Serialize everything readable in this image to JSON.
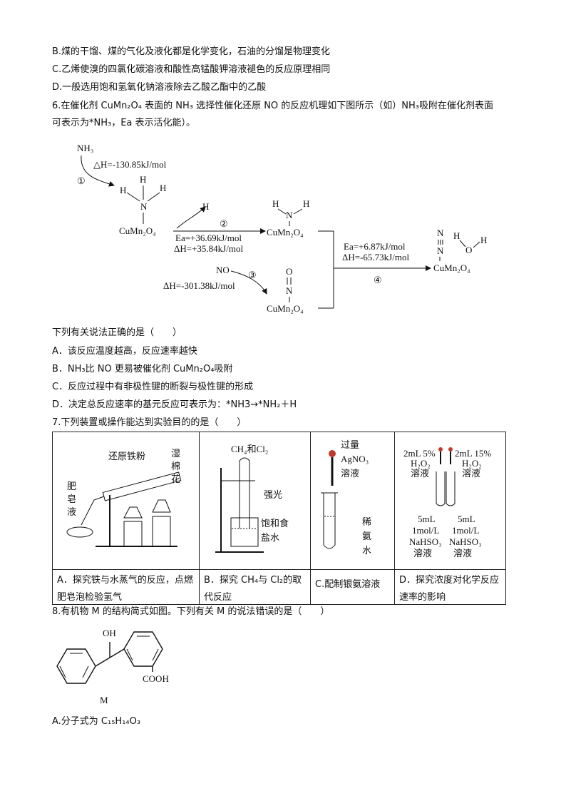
{
  "lines": {
    "b": "B.煤的干馏、煤的气化及液化都是化学变化，石油的分馏是物理变化",
    "c": "C.乙烯使溴的四氯化碳溶液和酸性高锰酸钾溶液褪色的反应原理相同",
    "d": "D.一般选用饱和氢氧化钠溶液除去乙酸乙酯中的乙酸",
    "q6a": "6.在催化剂 CuMn₂O₄ 表面的 NH₃ 选择性催化还原 NO 的反应机理如下图所示（如）NH₃吸附在催化剂表面",
    "q6b": "可表示为*NH₃，Ea 表示活化能）。",
    "stem6": "下列有关说法正确的是（　　）",
    "opt6a": "A．该反应温度越高，反应速率越快",
    "opt6b": "B．NH₃比 NO 更易被催化剂 CuMn₂O₄吸附",
    "opt6c": "C．反应过程中有非极性键的断裂与极性键的形成",
    "opt6d": "D．决定总反应速率的基元反应可表示为：*NH3→*NH₂＋H",
    "q7": "7.下列装置或操作能达到实验目的的是（　　）",
    "q8": "8.有机物 M 的结构简式如图。下列有关 M 的说法错误的是（　　）",
    "opt8a": "A.分子式为 C₁₅H₁₄O₃"
  },
  "mechanism": {
    "nh3": "NH₃",
    "dh1": "△H=-130.85kJ/mol",
    "step1": "①",
    "cat": "CuMn₂O₄",
    "H": "H",
    "N": "N",
    "O": "O",
    "NO": "NO",
    "step2": "②",
    "ea2": "Ea=+36.69kJ/mol",
    "dh2": "ΔH=+35.84kJ/mol",
    "step3": "③",
    "dh3": "ΔH=-301.38kJ/mol",
    "ea4": "Ea=+6.87kJ/mol",
    "dh4": "ΔH=-65.73kJ/mol",
    "step4": "④"
  },
  "q7": {
    "a_labels": [
      "还原铁粉",
      "湿",
      "棉",
      "花",
      "肥",
      "皂",
      "液"
    ],
    "b_labels": [
      "CH₄和Cl₂",
      "强光",
      "饱和食",
      "盐水"
    ],
    "c_labels": [
      "过量",
      "AgNO₃",
      "溶液",
      "稀",
      "氨",
      "水"
    ],
    "d_labels": [
      "2mL 5%",
      "H₂O₂",
      "溶液",
      "2mL 15%",
      "H₂O₂",
      "溶液",
      "5mL",
      "1mol/L",
      "NaHSO₃",
      "溶液",
      "5mL",
      "1mol/L",
      "NaHSO₃",
      "溶液"
    ],
    "captions": [
      "A．探究铁与水蒸气的反应，点燃肥皂泡检验氢气",
      "B．探究 CH₄与 Cl₂的取代反应",
      "C.配制银氨溶液",
      "D．探究浓度对化学反应速率的影响"
    ]
  },
  "m": {
    "oh": "OH",
    "cooh": "COOH",
    "label": "M"
  }
}
